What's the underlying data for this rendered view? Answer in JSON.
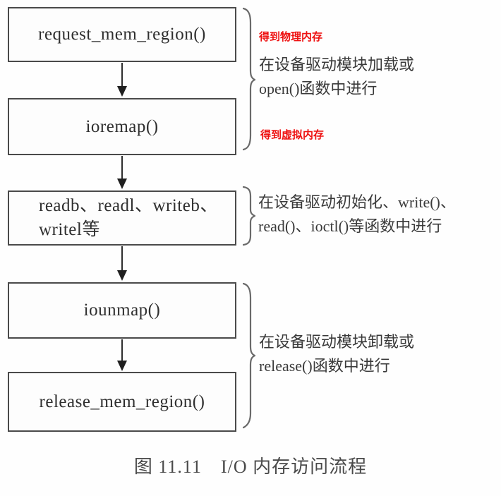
{
  "figure": {
    "caption": "图 11.11　I/O 内存访问流程"
  },
  "flow": {
    "boxes": [
      {
        "id": "request-mem-region",
        "label": "request_mem_region()"
      },
      {
        "id": "ioremap",
        "label": "ioremap()"
      },
      {
        "id": "read-write-ops",
        "label_line1": "readb、readl、writeb、",
        "label_line2": "writel等"
      },
      {
        "id": "iounmap",
        "label": "iounmap()"
      },
      {
        "id": "release-mem-region",
        "label": "release_mem_region()"
      }
    ]
  },
  "annotations": {
    "phys_mem": {
      "text": "得到物理内存",
      "color": "#ee1111"
    },
    "virt_mem": {
      "text": "得到虚拟内存",
      "color": "#ee1111"
    },
    "group_load": {
      "line1": "在设备驱动模块加载或",
      "line2": "open()函数中进行"
    },
    "group_init": {
      "line1": "在设备驱动初始化、write()、",
      "line2": "read()、ioctl()等函数中进行"
    },
    "group_unload": {
      "line1": "在设备驱动模块卸载或",
      "line2": "release()函数中进行"
    }
  },
  "colors": {
    "box_border": "#4a4a4a",
    "box_text": "#2f2f2f",
    "annotation_text": "#3a3a3a",
    "red_annotation": "#ee1111",
    "brace": "#6a6a6a"
  }
}
